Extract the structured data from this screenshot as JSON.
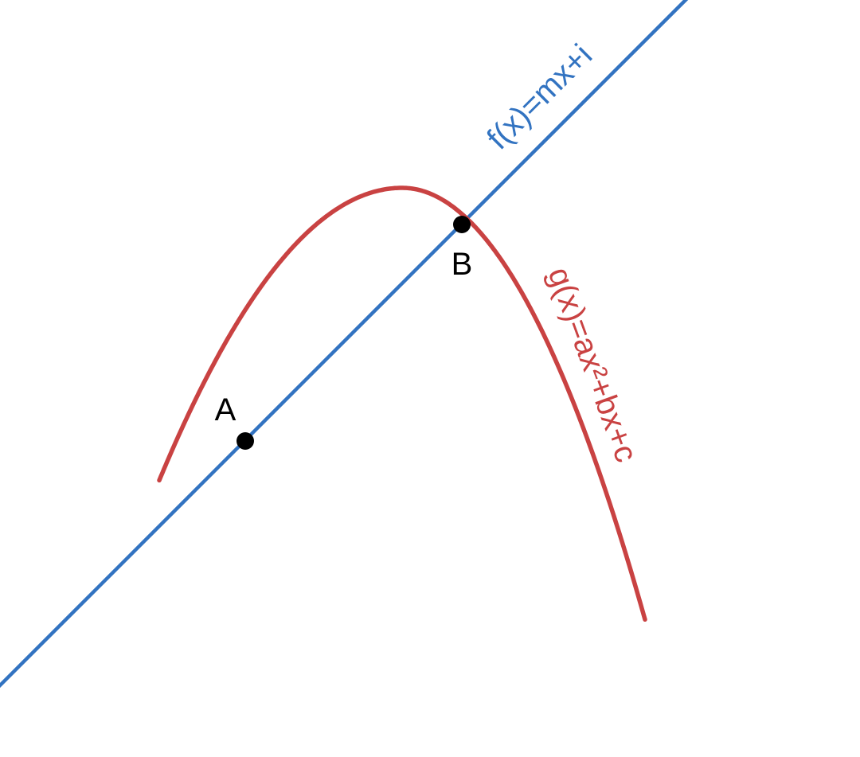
{
  "colors": {
    "line": "#3273c1",
    "parabola": "#c94242",
    "point": "#000000",
    "background": "#ffffff"
  },
  "line": {
    "label": "f(x)=mx+i"
  },
  "parabola": {
    "label": "g(x)=ax²+bx+c"
  },
  "points": [
    {
      "id": "A",
      "label": "A"
    },
    {
      "id": "B",
      "label": "B"
    }
  ]
}
